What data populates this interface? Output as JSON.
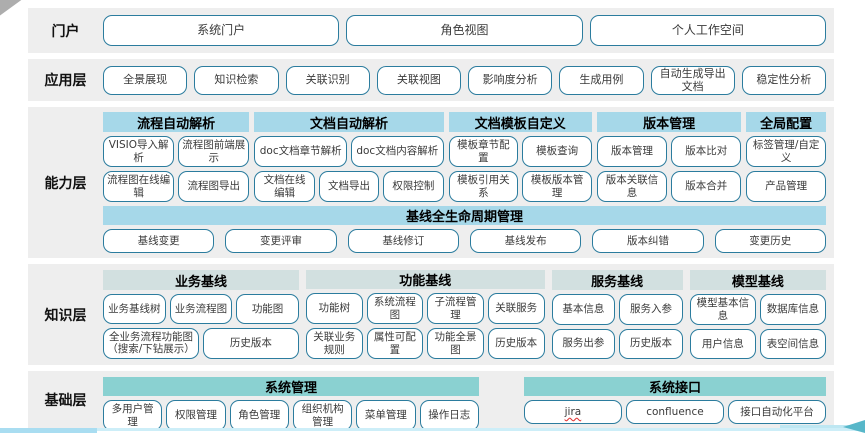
{
  "portal": {
    "label": "门户",
    "items": [
      "系统门户",
      "角色视图",
      "个人工作空间"
    ]
  },
  "application": {
    "label": "应用层",
    "items": [
      "全景展现",
      "知识检索",
      "关联识别",
      "关联视图",
      "影响度分析",
      "生成用例",
      "自动生成导出文档",
      "稳定性分析"
    ]
  },
  "capability": {
    "label": "能力层",
    "groups": [
      {
        "title": "流程自动解析",
        "rows": [
          [
            "VISIO导入解析",
            "流程图前端展示"
          ],
          [
            "流程图在线编辑",
            "流程图导出"
          ]
        ]
      },
      {
        "title": "文档自动解析",
        "rows": [
          [
            "doc文档章节解析",
            "doc文档内容解析"
          ],
          [
            "文档在线编辑",
            "文档导出",
            "权限控制"
          ]
        ]
      },
      {
        "title": "文档模板自定义",
        "rows": [
          [
            "模板章节配置",
            "模板查询"
          ],
          [
            "模板引用关系",
            "模板版本管理"
          ]
        ]
      },
      {
        "title": "版本管理",
        "rows": [
          [
            "版本管理",
            "版本比对"
          ],
          [
            "版本关联信息",
            "版本合并"
          ]
        ]
      },
      {
        "title": "全局配置",
        "rows": [
          [
            "标签管理/自定义"
          ],
          [
            "产品管理"
          ]
        ]
      }
    ],
    "baseline": {
      "title": "基线全生命周期管理",
      "items": [
        "基线变更",
        "变更评审",
        "基线修订",
        "基线发布",
        "版本纠错",
        "变更历史"
      ]
    }
  },
  "knowledge": {
    "label": "知识层",
    "groups": [
      {
        "title": "业务基线",
        "rows": [
          [
            "业务基线树",
            "业务流程图",
            "功能图"
          ],
          [
            "全业务流程功能图（搜索/下钻展示）",
            "历史版本"
          ]
        ]
      },
      {
        "title": "功能基线",
        "rows": [
          [
            "功能树",
            "系统流程图",
            "子流程管理",
            "关联服务"
          ],
          [
            "关联业务规则",
            "属性可配置",
            "功能全景图",
            "历史版本"
          ]
        ]
      },
      {
        "title": "服务基线",
        "rows": [
          [
            "基本信息",
            "服务入参"
          ],
          [
            "服务出参",
            "历史版本"
          ]
        ]
      },
      {
        "title": "模型基线",
        "rows": [
          [
            "模型基本信息",
            "数据库信息"
          ],
          [
            "用户信息",
            "表空间信息"
          ]
        ]
      }
    ]
  },
  "foundation": {
    "label": "基础层",
    "groups": [
      {
        "title": "系统管理",
        "items": [
          "多用户管理",
          "权限管理",
          "角色管理",
          "组织机构管理",
          "菜单管理",
          "操作日志"
        ]
      },
      {
        "title": "系统接口",
        "items": [
          "jira",
          "confluence",
          "接口自动化平台"
        ]
      }
    ]
  },
  "colors": {
    "band_bg": "#eeeeee",
    "capability_header": "#a6d8e9",
    "knowledge_header": "#d2e0e0",
    "foundation_header": "#8ad1d1",
    "node_border": "#2b7c9e",
    "accent_line": "#cdeef8",
    "arrow": "#57b7c9"
  }
}
